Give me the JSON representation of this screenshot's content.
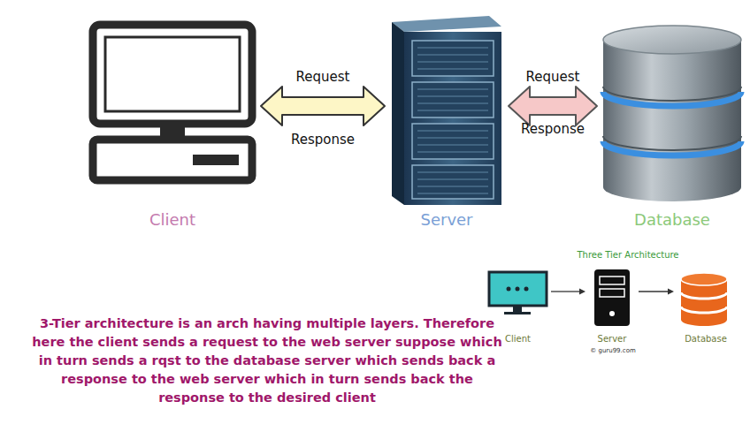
{
  "diagram": {
    "nodes": [
      {
        "text": [
          "Client"
        ]
      },
      {
        "text": [
          "Server"
        ]
      },
      {
        "text": [
          "Database"
        ]
      },
      {
        "text": [
          "Client"
        ]
      },
      {
        "text": [
          "Server"
        ]
      },
      {
        "text": [
          "Database"
        ]
      }
    ],
    "edges": [
      {
        "from": 0,
        "to": 1,
        "label": "Request",
        "arrow": "both"
      },
      {
        "from": 1,
        "to": 2,
        "label": "Request",
        "arrow": "both"
      },
      {
        "from": 3,
        "to": 4,
        "arrow": "to"
      },
      {
        "from": 4,
        "to": 5,
        "arrow": "to"
      }
    ],
    "labels": [
      "Response",
      "Response",
      "Three Tier Architecture",
      "© guru99.com",
      "3-Tier architecture is an arch having multiple layers. Therefore here the client sends a request to the web server suppose which in turn sends a rqst to the database server which sends back a response to the web server which in turn sends back the response to the desired client"
    ]
  }
}
